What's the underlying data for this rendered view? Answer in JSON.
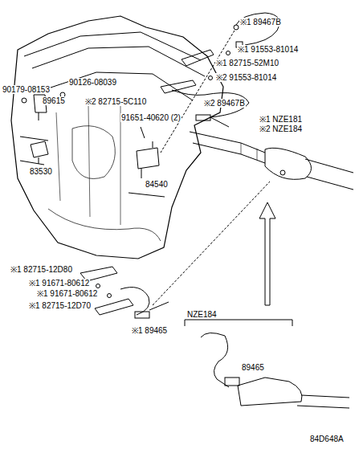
{
  "diagram": {
    "labels": [
      "※1 89467B",
      "※1 91553-81014",
      "※1 82715-52M10",
      "※2 91553-81014",
      "90179-08153",
      "90126-08039",
      "89615",
      "※2 82715-5C110",
      "※2 89467B",
      "91651-40620 (2)",
      "※1 NZE181",
      "※2 NZE184",
      "83530",
      "84540",
      "※1 82715-12D80",
      "※1 91671-80612",
      "※1 91671-80612",
      "※1 82715-12D70",
      "NZE184",
      "※1 89465",
      "89465",
      "84D648A"
    ]
  }
}
